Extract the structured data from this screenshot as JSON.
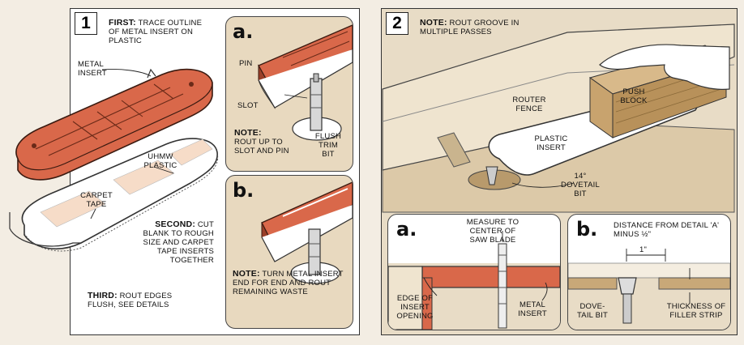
{
  "step1": {
    "number": "1",
    "first_heading": "FIRST:",
    "first_text": "TRACE OUTLINE OF METAL INSERT ON PLASTIC",
    "metal_insert": "METAL INSERT",
    "uhmw_plastic": "UHMW PLASTIC",
    "carpet_tape": "CARPET TAPE",
    "second_heading": "SECOND:",
    "second_text": "CUT BLANK TO ROUGH SIZE AND CARPET TAPE INSERTS TOGETHER",
    "third_heading": "THIRD:",
    "third_text": "ROUT EDGES FLUSH, SEE DETAILS",
    "detail_a": {
      "letter": "a.",
      "pin": "PIN",
      "slot": "SLOT",
      "note_heading": "NOTE:",
      "note_text": "ROUT UP TO SLOT AND PIN",
      "bit_label": "FLUSH TRIM BIT"
    },
    "detail_b": {
      "letter": "b.",
      "note_heading": "NOTE:",
      "note_text": "TURN METAL INSERT END FOR END AND ROUT REMAINING WASTE"
    }
  },
  "step2": {
    "number": "2",
    "note_heading": "NOTE:",
    "note_text": "ROUT GROOVE IN MULTIPLE PASSES",
    "router_fence": "ROUTER FENCE",
    "push_block": "PUSH BLOCK",
    "plastic_insert": "PLASTIC INSERT",
    "dovetail_bit": "14° DOVETAIL BIT",
    "detail_a": {
      "letter": "a.",
      "measure": "MEASURE TO CENTER OF SAW BLADE",
      "edge": "EDGE OF INSERT OPENING",
      "metal_insert": "METAL INSERT"
    },
    "detail_b": {
      "letter": "b.",
      "distance": "DISTANCE FROM DETAIL 'a' MINUS ½\"",
      "dimension": "1\"",
      "dovetail_bit": "DOVE- TAIL BIT",
      "thickness": "THICKNESS OF FILLER STRIP"
    }
  },
  "colors": {
    "metal": "#d9684a",
    "metal_dark": "#9a3f28",
    "wood": "#c8a878",
    "table": "#e8dcc6",
    "tape": "#f6dcc8",
    "background": "#f3ede3"
  }
}
